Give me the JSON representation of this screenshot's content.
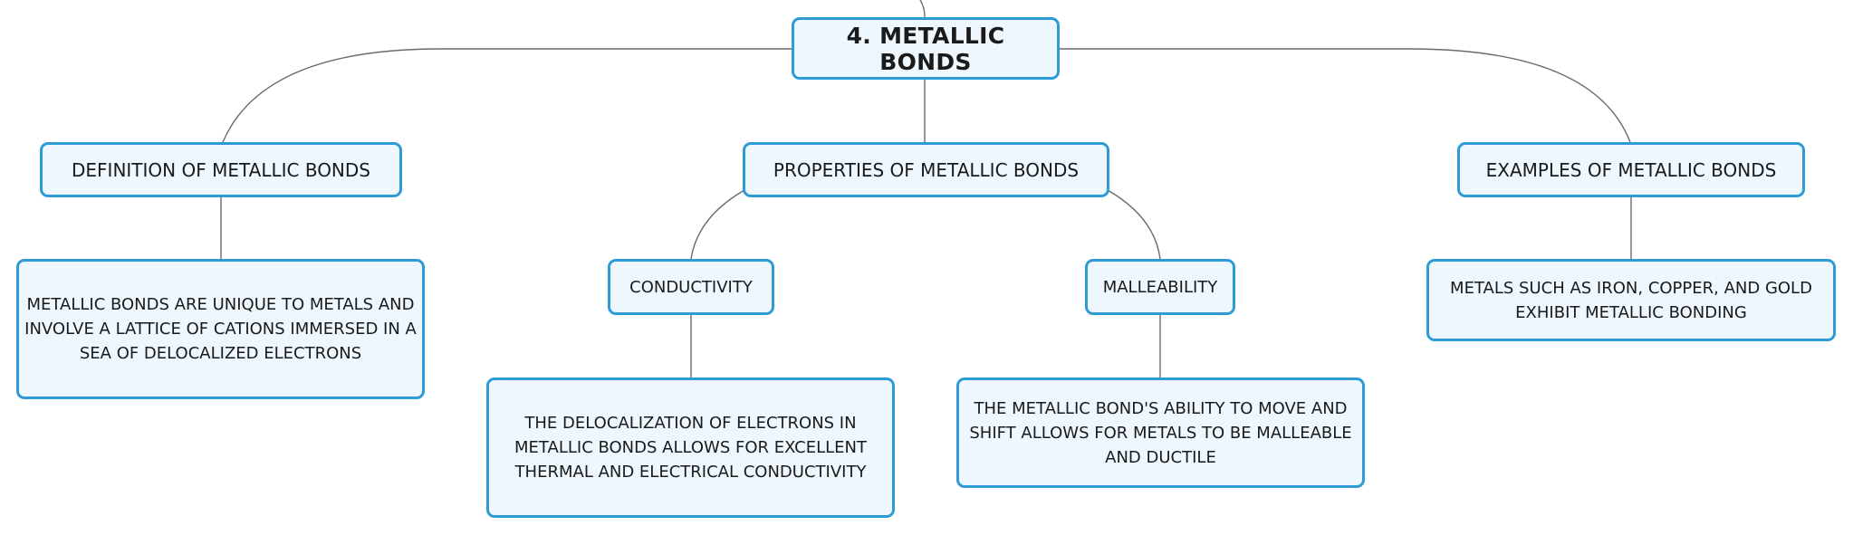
{
  "diagram": {
    "root": {
      "label": "4. METALLIC BONDS"
    },
    "definition": {
      "title": "DEFINITION OF METALLIC BONDS",
      "detail": "METALLIC BONDS ARE UNIQUE TO METALS AND INVOLVE A LATTICE OF CATIONS IMMERSED IN A SEA OF DELOCALIZED ELECTRONS"
    },
    "properties": {
      "title": "PROPERTIES OF METALLIC BONDS",
      "conductivity": {
        "title": "CONDUCTIVITY",
        "detail": "THE DELOCALIZATION OF ELECTRONS IN METALLIC BONDS ALLOWS FOR EXCELLENT THERMAL AND ELECTRICAL CONDUCTIVITY"
      },
      "malleability": {
        "title": "MALLEABILITY",
        "detail": "THE METALLIC BOND'S ABILITY TO MOVE AND SHIFT ALLOWS FOR METALS TO BE MALLEABLE AND DUCTILE"
      }
    },
    "examples": {
      "title": "EXAMPLES OF METALLIC BONDS",
      "detail": "METALS SUCH AS IRON, COPPER, AND GOLD EXHIBIT METALLIC BONDING"
    }
  },
  "colors": {
    "node_border": "#2e9bd6",
    "node_fill": "#eef7fd",
    "connector": "#6a6a6a",
    "text": "#1a1a1a"
  }
}
